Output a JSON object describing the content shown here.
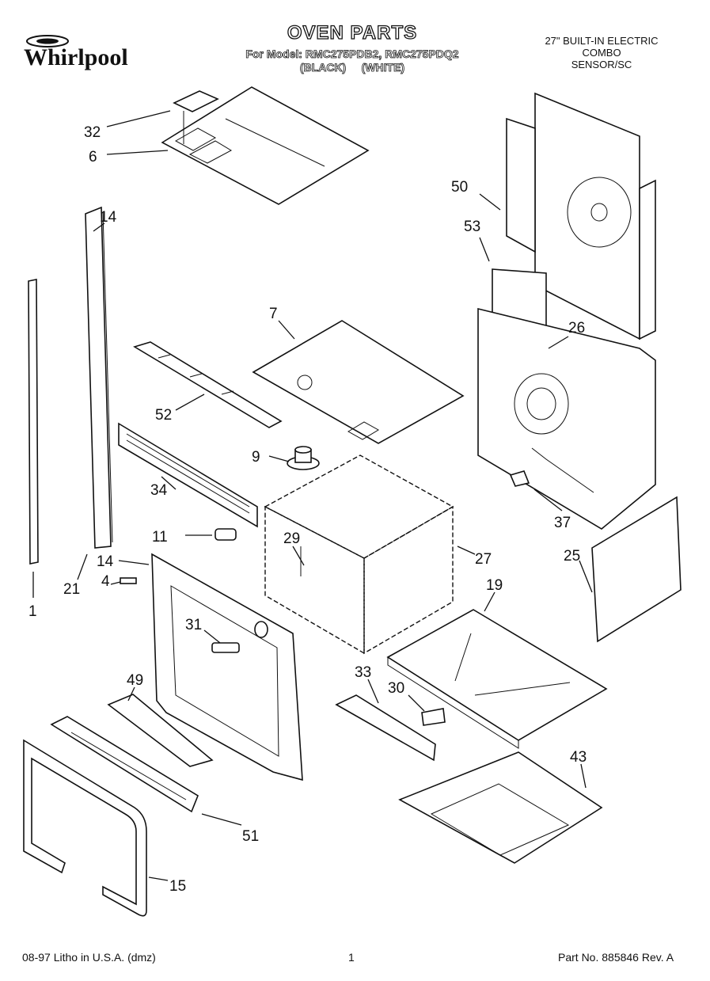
{
  "header": {
    "brand": "Whirlpool",
    "title": "OVEN PARTS",
    "model_line": "For Model: RMC275PDB2, RMC275PDQ2",
    "color_line": "(BLACK)     (WHITE)",
    "product_line1": "27\" BUILT-IN ELECTRIC",
    "product_line2": "COMBO",
    "product_line3": "SENSOR/SC"
  },
  "callouts": {
    "c32": "32",
    "c6": "6",
    "c50": "50",
    "c53": "53",
    "c7": "7",
    "c26": "26",
    "c14a": "14",
    "c1": "1",
    "c52": "52",
    "c9": "9",
    "c34": "34",
    "c11": "11",
    "c29": "29",
    "c27": "27",
    "c37": "37",
    "c25": "25",
    "c14": "14",
    "c4": "4",
    "c21": "21",
    "c31": "31",
    "c19": "19",
    "c49": "49",
    "c33": "33",
    "c30": "30",
    "c43": "43",
    "c51": "51",
    "c15": "15"
  },
  "footer": {
    "left": "08-97 Litho in U.S.A. (dmz)",
    "page": "1",
    "right": "Part No. 885846 Rev. A"
  }
}
